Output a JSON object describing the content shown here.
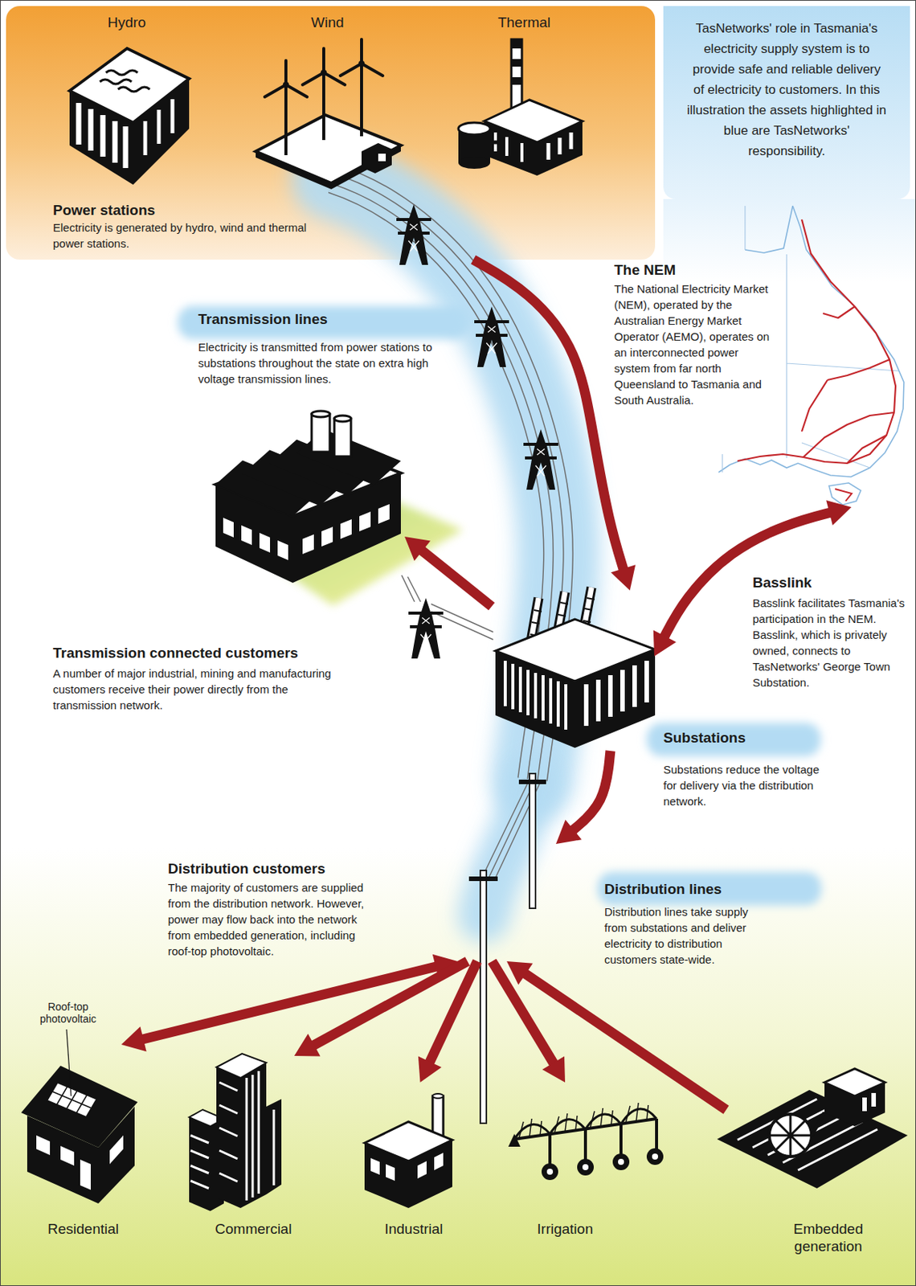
{
  "diagram": {
    "nodes": [
      {
        "text": [
          "Power stations",
          "Electricity is generated by hydro, wind and thermal power stations."
        ]
      },
      {
        "text": [
          "Hydro"
        ],
        "in": 0
      },
      {
        "text": [
          "Wind"
        ],
        "in": 0
      },
      {
        "text": [
          "Thermal"
        ],
        "in": 0
      },
      {
        "text": [
          "TasNetworks' role in Tasmania's electricity supply system is to provide safe and reliable delivery of electricity to customers. In this illustration the assets highlighted in blue are TasNetworks' responsibility."
        ]
      },
      {
        "text": [
          "The NEM",
          "The National Electricity Market (NEM), operated by the Australian Energy Market Operator (AEMO), operates on an interconnected power system from far north Queensland to Tasmania and South Australia."
        ]
      },
      {
        "text": [
          "Transmission lines",
          "Electricity is transmitted from power stations to substations throughout the state on extra high voltage transmission lines."
        ]
      },
      {
        "text": [
          "Transmission connected customers",
          "A number of major industrial, mining and manufacturing customers receive their power directly from the transmission network."
        ]
      },
      {
        "text": [
          "Substations",
          "Substations reduce the voltage for delivery via the distribution network."
        ]
      },
      {
        "text": [
          "Distribution lines",
          "Distribution lines take supply from substations and deliver electricity to distribution customers state-wide."
        ]
      },
      {
        "text": [
          "Residential"
        ]
      },
      {
        "text": [
          "Commercial"
        ]
      },
      {
        "text": [
          "Industrial"
        ]
      },
      {
        "text": [
          "Irrigation"
        ]
      },
      {
        "text": [
          "Embedded generation"
        ]
      }
    ],
    "edges": [
      {
        "from": 0,
        "to": 8,
        "arrow": "to"
      },
      {
        "from": 8,
        "to": 7,
        "arrow": "to"
      },
      {
        "from": 5,
        "to": 8,
        "arrow": "both"
      },
      {
        "from": 8,
        "to": 9,
        "arrow": "to"
      },
      {
        "from": 9,
        "to": 10,
        "arrow": "both"
      },
      {
        "from": 9,
        "to": 11,
        "arrow": "to"
      },
      {
        "from": 9,
        "to": 12,
        "arrow": "to"
      },
      {
        "from": 9,
        "to": 13,
        "arrow": "to"
      },
      {
        "from": 14,
        "to": 9,
        "arrow": "to"
      }
    ],
    "labels": [
      "Basslink",
      "Basslink facilitates Tasmania's participation in the NEM. Basslink, which is privately owned, connects to TasNetworks' George Town Substation.",
      "Distribution customers",
      "The majority of customers are supplied from the distribution network. However, power may flow back into the network from embedded generation, including roof-top photovoltaic.",
      "Roof-top photovoltaic"
    ]
  }
}
